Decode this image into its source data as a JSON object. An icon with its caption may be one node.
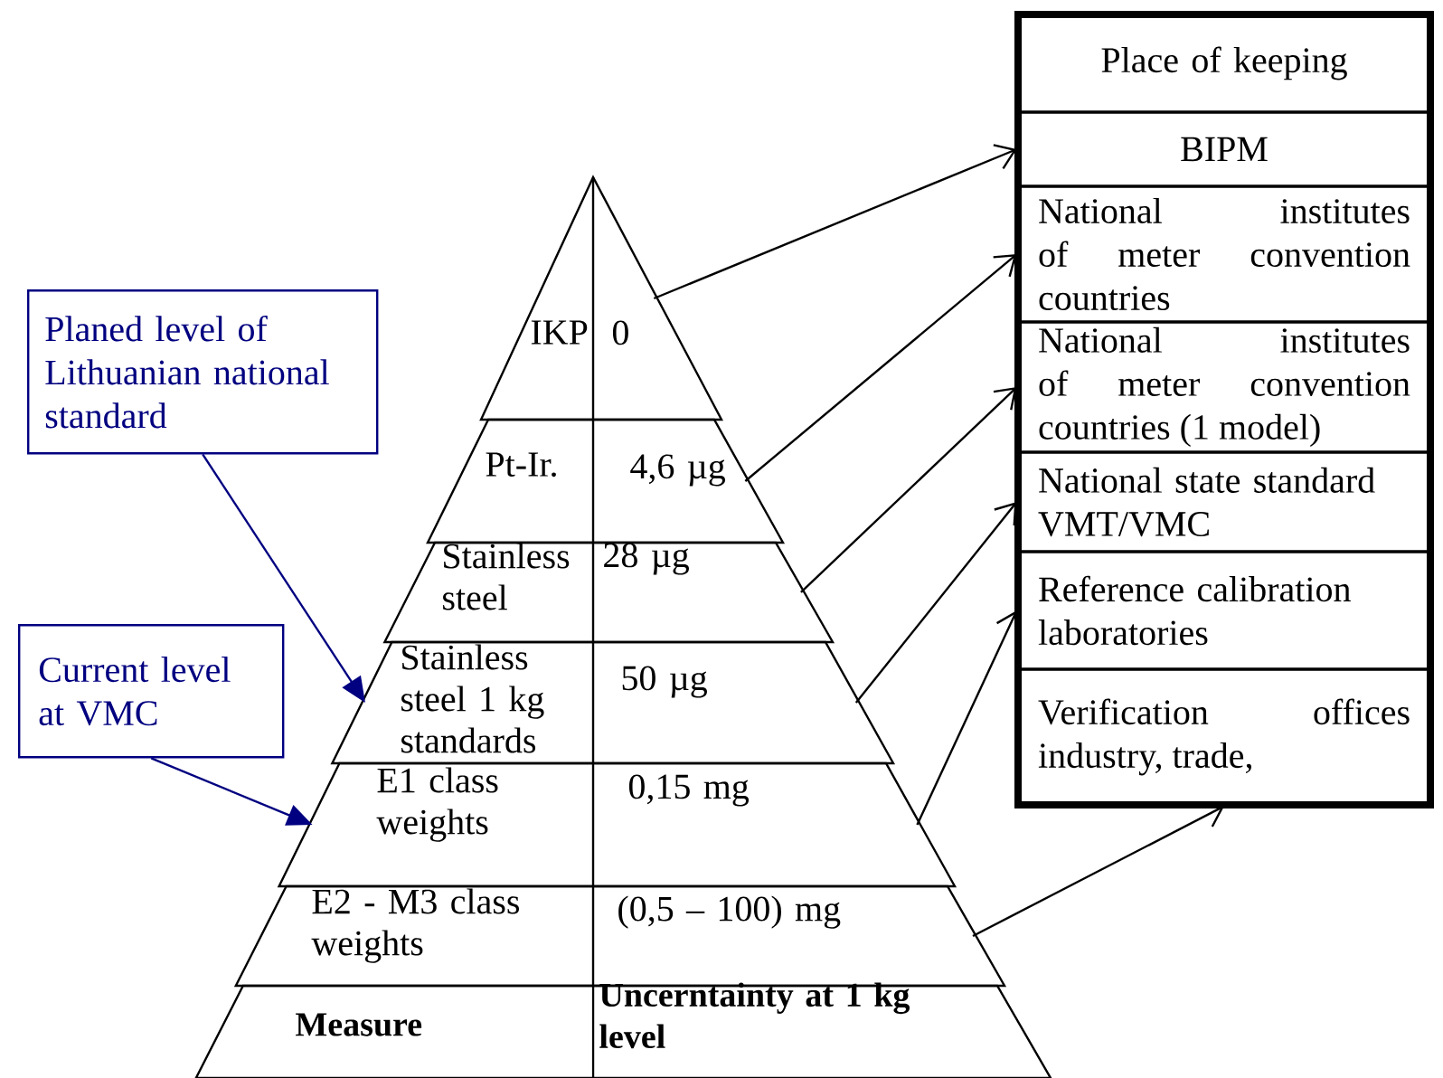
{
  "diagram": {
    "nodes": [
      {
        "text": [
          "Planed level of Lithuanian national standard"
        ]
      },
      {
        "text": [
          "Current level at VMC"
        ]
      },
      {
        "text": [
          "IKP",
          "0"
        ]
      },
      {
        "text": [
          "Pt-Ir.",
          "4,6 µg"
        ]
      },
      {
        "text": [
          "Stainless steel",
          "28 µg"
        ]
      },
      {
        "text": [
          "Stainless steel 1 kg standards",
          "50 µg"
        ]
      },
      {
        "text": [
          "E1 class weights",
          "0,15 mg"
        ]
      },
      {
        "text": [
          "E2 - M3 class weights",
          "(0,5 – 100) mg"
        ]
      },
      {
        "text": [
          "Measure",
          "Uncerntainty at 1 kg level"
        ]
      },
      {
        "text": [],
        "shape": "box"
      },
      {
        "text": [
          "Place of keeping"
        ],
        "in": 9
      },
      {
        "text": [
          "BIPM"
        ],
        "in": 9
      },
      {
        "text": [
          "National institutes of meter convention countries"
        ],
        "in": 9
      },
      {
        "text": [
          "National institutes of meter convention countries (1 model)"
        ],
        "in": 9
      },
      {
        "text": [
          "National state standard VMT/VMC"
        ],
        "in": 9
      },
      {
        "text": [
          "Reference calibration laboratories"
        ],
        "in": 9
      },
      {
        "text": [
          "Verification offices industry, trade,"
        ],
        "in": 9
      }
    ],
    "edges": [
      {
        "from": 0,
        "to": 5,
        "arrow": "to",
        "color": "#000080"
      },
      {
        "from": 1,
        "to": 6,
        "arrow": "to",
        "color": "#000080"
      },
      {
        "from": 2,
        "to": 11,
        "arrow": "to"
      },
      {
        "from": 3,
        "to": 12,
        "arrow": "to"
      },
      {
        "from": 4,
        "to": 13,
        "arrow": "to"
      },
      {
        "from": 5,
        "to": 14,
        "arrow": "to"
      },
      {
        "from": 6,
        "to": 15,
        "arrow": "to"
      },
      {
        "from": 7,
        "to": 16,
        "arrow": "to"
      }
    ]
  }
}
